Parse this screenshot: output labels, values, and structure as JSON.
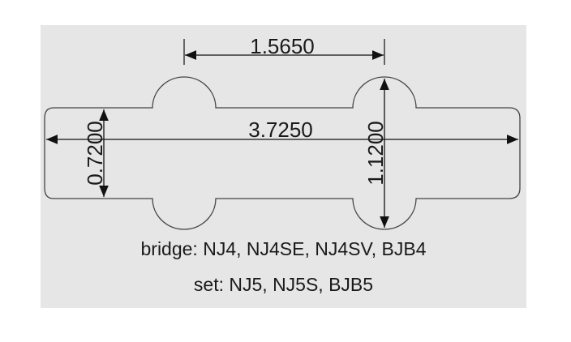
{
  "dimensions": {
    "pole_spacing": "1.5650",
    "overall_length": "3.7250",
    "body_width": "0.7200",
    "lobe_width": "1.1200"
  },
  "caption": {
    "bridge": "bridge: NJ4, NJ4SE, NJ4SV, BJB4",
    "set": "set: NJ5, NJ5S, BJB5"
  }
}
